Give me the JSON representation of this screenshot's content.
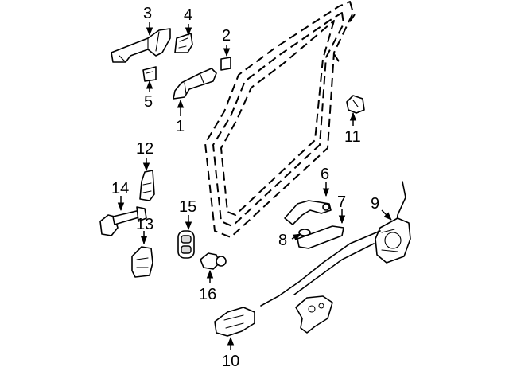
{
  "callouts": [
    {
      "id": "1",
      "label": "1"
    },
    {
      "id": "2",
      "label": "2"
    },
    {
      "id": "3",
      "label": "3"
    },
    {
      "id": "4",
      "label": "4"
    },
    {
      "id": "5",
      "label": "5"
    },
    {
      "id": "6",
      "label": "6"
    },
    {
      "id": "7",
      "label": "7"
    },
    {
      "id": "8",
      "label": "8"
    },
    {
      "id": "9",
      "label": "9"
    },
    {
      "id": "10",
      "label": "10"
    },
    {
      "id": "11",
      "label": "11"
    },
    {
      "id": "12",
      "label": "12"
    },
    {
      "id": "13",
      "label": "13"
    },
    {
      "id": "14",
      "label": "14"
    },
    {
      "id": "15",
      "label": "15"
    },
    {
      "id": "16",
      "label": "16"
    }
  ],
  "colors": {
    "line": "#000000",
    "background": "#ffffff",
    "shade": "#d9d9d9"
  }
}
